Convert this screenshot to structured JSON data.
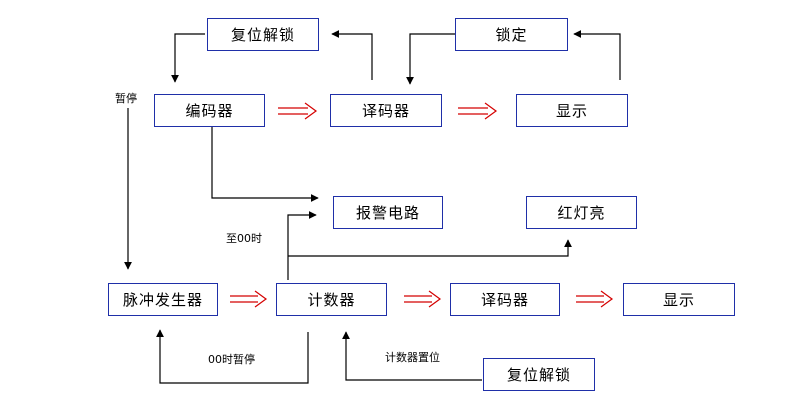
{
  "colors": {
    "box_border": "#1f2fa8",
    "line": "#000000",
    "flow_arrow": "#d40000"
  },
  "nodes": {
    "reset_unlock_top": "复位解锁",
    "lock": "锁定",
    "encoder": "编码器",
    "decoder_top": "译码器",
    "display_top": "显示",
    "alarm_circuit": "报警电路",
    "red_light": "红灯亮",
    "pulse_generator": "脉冲发生器",
    "counter": "计数器",
    "decoder_bottom": "译码器",
    "display_bottom": "显示",
    "reset_unlock_bottom": "复位解锁"
  },
  "labels": {
    "pause_top": "暂停",
    "reach_zero": "至00时",
    "zero_pause": "00时暂停",
    "counter_reset": "计数器置位"
  }
}
